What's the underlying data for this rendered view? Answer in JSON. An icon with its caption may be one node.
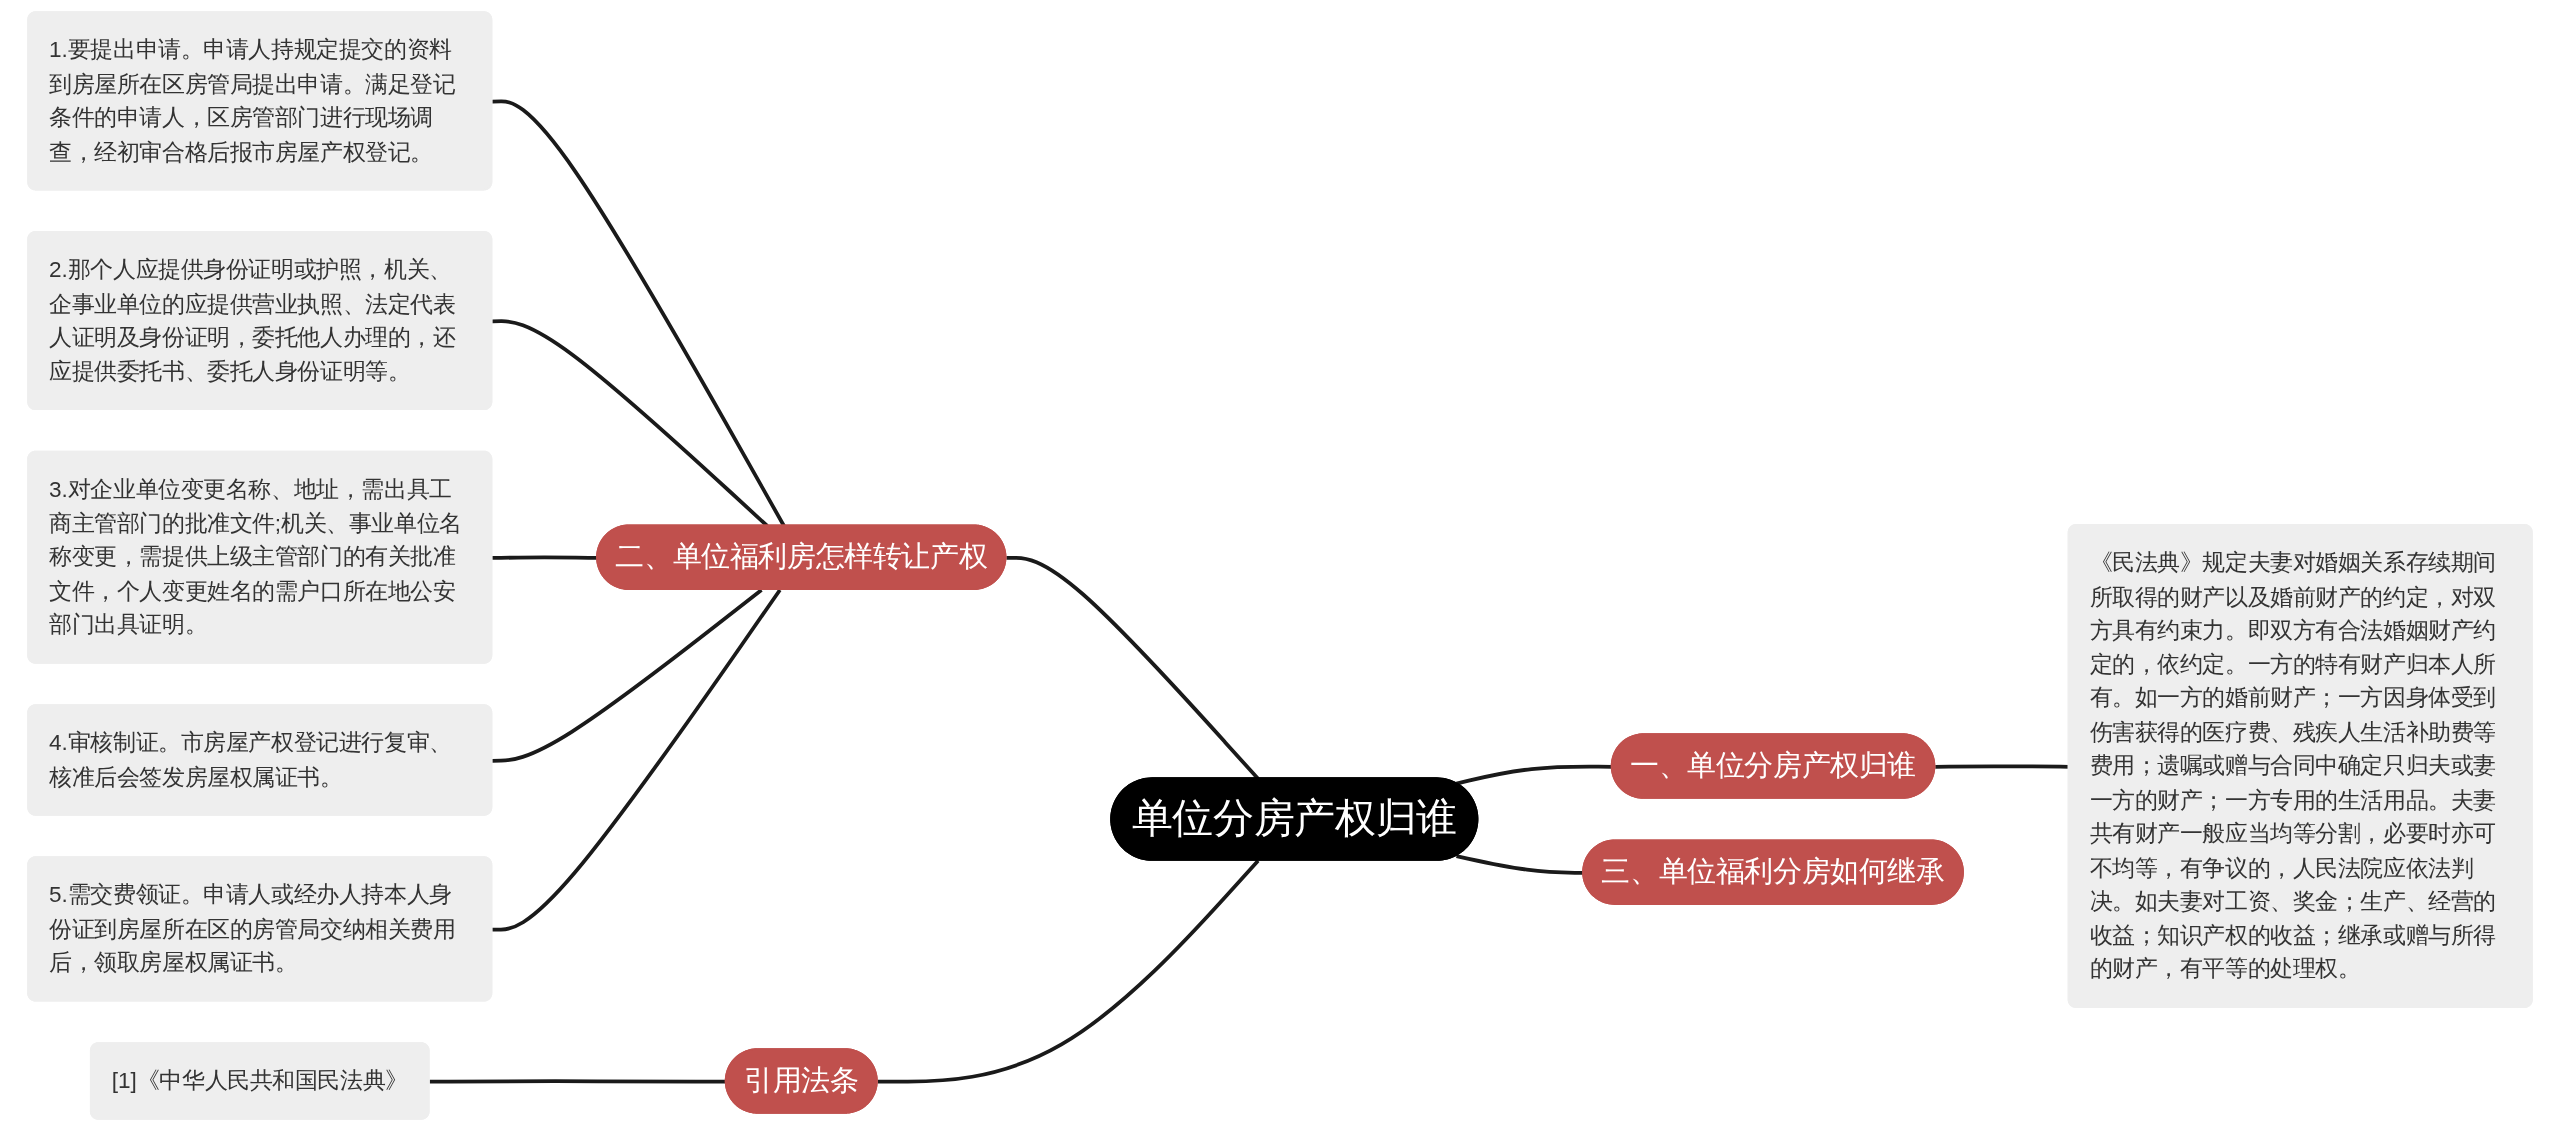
{
  "diagram": {
    "nodes": [
      {
        "text": [
          "单位分房产权归谁"
        ]
      },
      {
        "text": [
          "一、单位分房产权归谁"
        ]
      },
      {
        "text": [
          "《民法典》规定夫妻对婚姻关系存续期间所取得的财产以及婚前财产的约定，对双方具有约束力。即双方有合法婚姻财产约定的，依约定。一方的特有财产归本人所有。如一方的婚前财产；一方因身体受到伤害获得的医疗费、残疾人生活补助费等费用；遗嘱或赠与合同中确定只归夫或妻一方的财产；一方专用的生活用品。夫妻共有财产一般应当均等分割，必要时亦可不均等，有争议的，人民法院应依法判决。如夫妻对工资、奖金；生产、经营的收益；知识产权的收益；继承或赠与所得的财产，有平等的处理权。"
        ]
      },
      {
        "text": [
          "二、单位福利房怎样转让产权"
        ]
      },
      {
        "text": [
          "1.要提出申请。申请人持规定提交的资料到房屋所在区房管局提出申请。满足登记条件的申请人，区房管部门进行现场调查，经初审合格后报市房屋产权登记。"
        ]
      },
      {
        "text": [
          "2.那个人应提供身份证明或护照，机关、企事业单位的应提供营业执照、法定代表人证明及身份证明，委托他人办理的，还应提供委托书、委托人身份证明等。"
        ]
      },
      {
        "text": [
          "3.对企业单位变更名称、地址，需出具工商主管部门的批准文件;机关、事业单位名称变更，需提供上级主管部门的有关批准文件，个人变更姓名的需户口所在地公安部门出具证明。"
        ]
      },
      {
        "text": [
          "4.审核制证。市房屋产权登记进行复审、核准后会签发房屋权属证书。"
        ]
      },
      {
        "text": [
          "5.需交费领证。申请人或经办人持本人身份证到房屋所在区的房管局交纳相关费用后，领取房屋权属证书。"
        ]
      },
      {
        "text": [
          "三、单位福利分房如何继承"
        ]
      },
      {
        "text": [
          "引用法条"
        ]
      },
      {
        "text": [
          "[1]《中华人民共和国民法典》"
        ]
      }
    ],
    "edges": [
      {
        "from": 0,
        "to": 1,
        "arrow": "none"
      },
      {
        "from": 1,
        "to": 2,
        "arrow": "none"
      },
      {
        "from": 3,
        "to": 0,
        "arrow": "none"
      },
      {
        "from": 4,
        "to": 3,
        "arrow": "none"
      },
      {
        "from": 5,
        "to": 3,
        "arrow": "none"
      },
      {
        "from": 6,
        "to": 3,
        "arrow": "none"
      },
      {
        "from": 7,
        "to": 3,
        "arrow": "none"
      },
      {
        "from": 8,
        "to": 3,
        "arrow": "none"
      },
      {
        "from": 0,
        "to": 9,
        "arrow": "none"
      },
      {
        "from": 10,
        "to": 0,
        "arrow": "none"
      },
      {
        "from": 11,
        "to": 10,
        "arrow": "none"
      }
    ]
  }
}
